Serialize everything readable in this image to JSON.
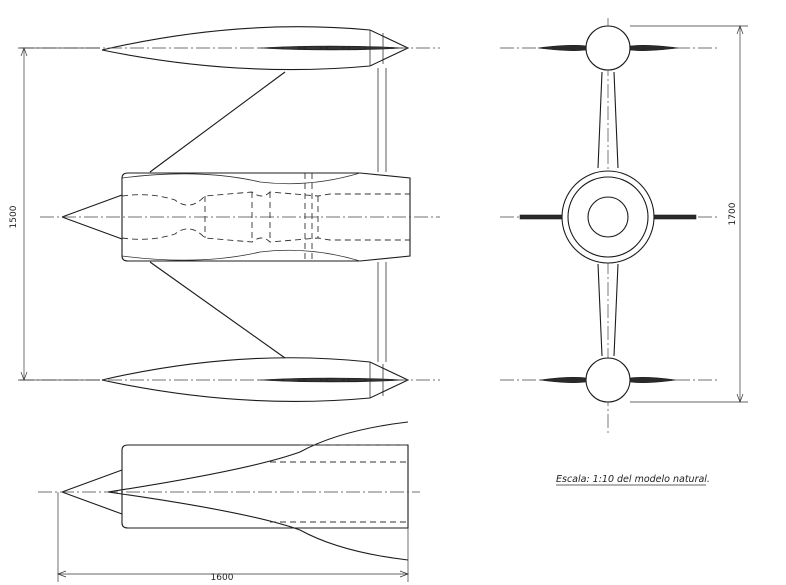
{
  "drawing": {
    "scale_note": "Escala: 1:10 del modelo natural.",
    "dimensions": {
      "span_top_view": "1500",
      "length_side_view": "1600",
      "height_front_view": "1700"
    }
  }
}
